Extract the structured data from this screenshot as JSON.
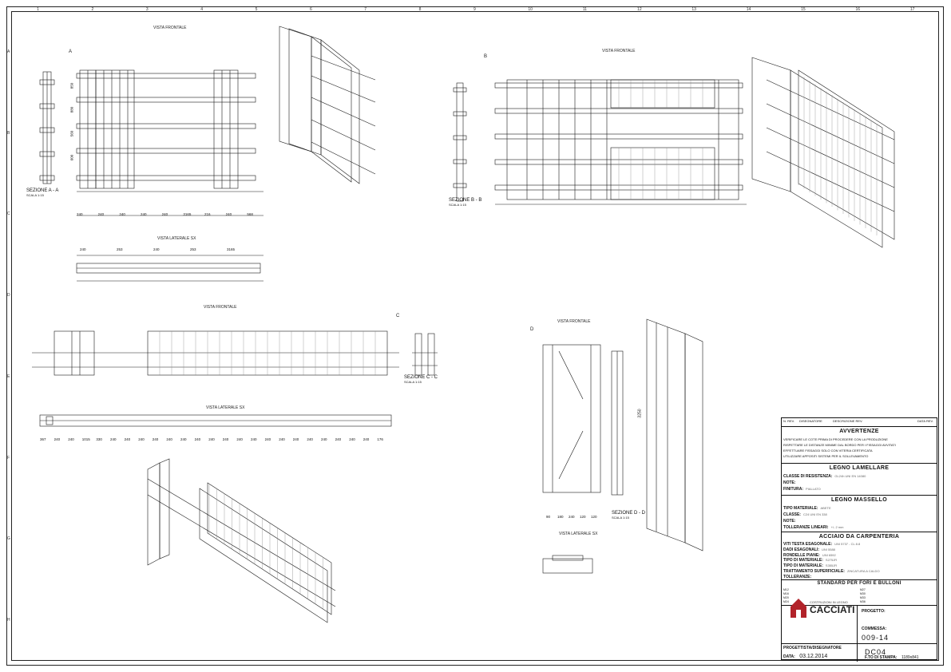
{
  "sheet": {
    "column_numbers": [
      "1",
      "2",
      "3",
      "4",
      "5",
      "6",
      "7",
      "8",
      "9",
      "10",
      "11",
      "12",
      "13",
      "14",
      "15",
      "16",
      "17"
    ],
    "row_letters": [
      "A",
      "B",
      "C",
      "D",
      "E",
      "F",
      "G",
      "H"
    ]
  },
  "views": {
    "front_a": {
      "title": "VISTA FRONTALE",
      "section_label": "A",
      "section_name": "SEZIONE A - A",
      "section_scale": "SCALA 1:15",
      "dims_bottom": [
        "240",
        "240",
        "240",
        "240",
        "240",
        "3165",
        "216",
        "240",
        "568"
      ],
      "dims_left": [
        "850",
        "880",
        "560",
        "600"
      ]
    },
    "side_a": {
      "title": "VISTA LATERALE SX",
      "dims": [
        "240",
        "253",
        "240",
        "253",
        "3165"
      ]
    },
    "front_b": {
      "title": "VISTA FRONTALE",
      "section_label": "B",
      "section_name": "SEZIONE B - B",
      "section_scale": "SCALA 1:15"
    },
    "front_c": {
      "title": "VISTA FRONTALE",
      "section_label": "C",
      "section_name": "SEZIONE C - C",
      "section_scale": "SCALA 1:15"
    },
    "side_c": {
      "title": "VISTA LATERALE SX",
      "dims": [
        "367",
        "240",
        "240",
        "1015",
        "330",
        "240",
        "240",
        "240",
        "240",
        "240",
        "240",
        "240",
        "240",
        "240",
        "240",
        "240",
        "240",
        "240",
        "240",
        "240",
        "240",
        "240",
        "240",
        "240",
        "176"
      ]
    },
    "front_d": {
      "title": "VISTA FRONTALE",
      "section_label": "D",
      "section_name": "SEZIONE D - D",
      "section_scale": "SCALA 1:15",
      "dims_bottom": [
        "90",
        "180",
        "240",
        "120",
        "120"
      ],
      "dim_height": "3250"
    },
    "side_d": {
      "title": "VISTA LATERALE SX"
    }
  },
  "title_block": {
    "revision_headers": [
      "N. REV.",
      "DISEGNATORE",
      "DESCRIZIONE REV.",
      "DATA REV."
    ],
    "avvertenze": {
      "heading": "AVVERTENZE",
      "lines": [
        "VERIFICARE LE COTE PRIMA DI PROCEDERE CON LA PRODUZIONE",
        "RISPETTARE LE DISTANZE MINIME DAL BORDO PER I FISSAGGI AVVITATI",
        "EFFETTUARE FISSAGGI SOLO CON VITERIA CERTIFICATA",
        "UTILIZZARE APPOSITI SISTEMI PER IL SOLLEVAMENTO"
      ]
    },
    "legno_lamellare": {
      "heading": "LEGNO LAMELLARE",
      "fields": [
        {
          "label": "CLASSE DI RESISTENZA:",
          "value": "GL24h UNI EN 14080"
        },
        {
          "label": "NOTE:",
          "value": ""
        },
        {
          "label": "FINITURA:",
          "value": "PIALLATO"
        }
      ]
    },
    "legno_massello": {
      "heading": "LEGNO MASSELLO",
      "fields": [
        {
          "label": "TIPO MATERIALE:",
          "value": "ABETE"
        },
        {
          "label": "CLASSE:",
          "value": "C24 UNI EN 338"
        },
        {
          "label": "NOTE:",
          "value": ""
        },
        {
          "label": "TOLLERANZE LINEARI:",
          "value": "+/- 2 mm"
        }
      ]
    },
    "acciaio": {
      "heading": "ACCIAIO DA CARPENTERIA",
      "fields": [
        {
          "label": "VITI TESTA ESAGONALE:",
          "value": "UNI 5737 - CL 8.8"
        },
        {
          "label": "DADI ESAGONALI:",
          "value": "UNI 5588"
        },
        {
          "label": "RONDELLE PIANE:",
          "value": "UNI 6592"
        },
        {
          "label": "TIPO DI MATERIALE:",
          "value": "S275JR"
        },
        {
          "label": "TIPO DI MATERIALE:",
          "value": "S355JR"
        },
        {
          "label": "TRATTAMENTO SUPERFICIALE:",
          "value": "ZINCATURA A CALDO"
        },
        {
          "label": "TOLLERANZE:",
          "value": ""
        }
      ]
    },
    "standard": {
      "heading": "STANDARD PER FORI E BULLONI",
      "rows": [
        "M12",
        "M16",
        "M20",
        "M24"
      ],
      "rows_right": [
        "M27",
        "M30",
        "M33",
        "M36"
      ]
    },
    "company": {
      "name": "CACCIATI",
      "subtitle": "COSTRUZIONI IN LEGNO"
    },
    "progetto": {
      "label": "PROGETTO:",
      "value": ""
    },
    "commessa": {
      "label": "COMMESSA:",
      "value": "009-14"
    },
    "progettista": {
      "label": "PROGETTISTA/DISEGNATORE",
      "value": ""
    },
    "drawing_number": "DC04",
    "data": {
      "label": "DATA:",
      "value": "03.12.2014"
    },
    "formato": {
      "label": "F.TO DI STAMPA:",
      "value": "1189x841"
    },
    "footer_note": ""
  },
  "colors": {
    "line": "#1a1a1a",
    "hatch": "#8a8a8a",
    "logo_red": "#b2232a"
  }
}
